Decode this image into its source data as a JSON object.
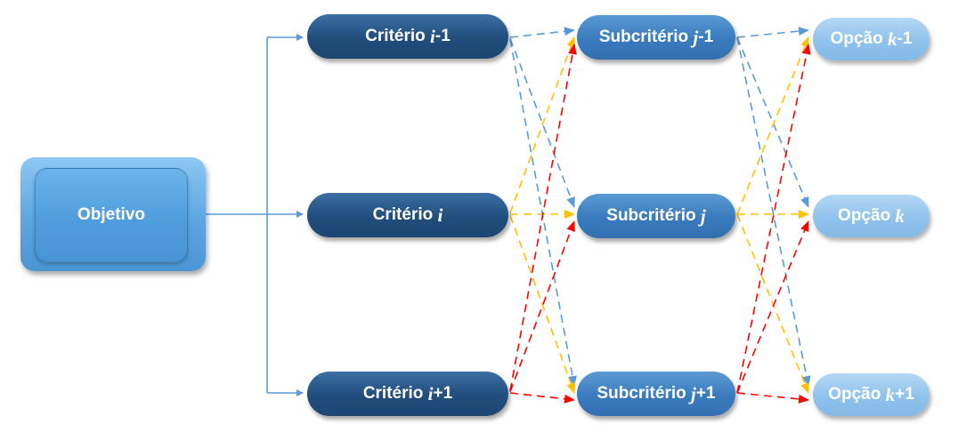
{
  "goal": {
    "label": "Objetivo"
  },
  "criteria": [
    {
      "prefix": "Critério ",
      "var": "i",
      "suffix": "-1"
    },
    {
      "prefix": "Critério ",
      "var": "i",
      "suffix": ""
    },
    {
      "prefix": "Critério ",
      "var": "i",
      "suffix": "+1"
    }
  ],
  "subcriteria": [
    {
      "prefix": "Subcritério ",
      "var": "j",
      "suffix": "-1"
    },
    {
      "prefix": "Subcritério ",
      "var": "j",
      "suffix": ""
    },
    {
      "prefix": "Subcritério ",
      "var": "j",
      "suffix": "+1"
    }
  ],
  "options": [
    {
      "prefix": "Opção ",
      "var": "k",
      "suffix": "-1"
    },
    {
      "prefix": "Opção ",
      "var": "k",
      "suffix": ""
    },
    {
      "prefix": "Opção ",
      "var": "k",
      "suffix": "+1"
    }
  ],
  "colors": {
    "goal_arrows": "#5b9bd5",
    "from_top": "#5b9bd5",
    "from_middle": "#ffc000",
    "from_bottom": "#ff0000",
    "text": "#ffffff"
  }
}
